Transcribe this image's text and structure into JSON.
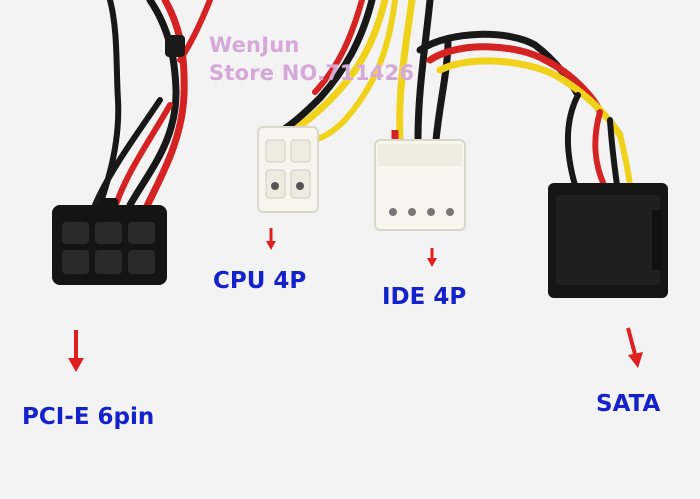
{
  "watermark": {
    "line1": "WenJun",
    "line2": "Store NO.711426"
  },
  "labels": {
    "pcie": "PCI-E 6pin",
    "cpu": "CPU 4P",
    "ide": "IDE 4P",
    "sata": "SATA"
  },
  "colors": {
    "label_text": "#1422cc",
    "arrow": "#e02020",
    "watermark": "#d6a8d8",
    "background": "#f4f4f4"
  }
}
